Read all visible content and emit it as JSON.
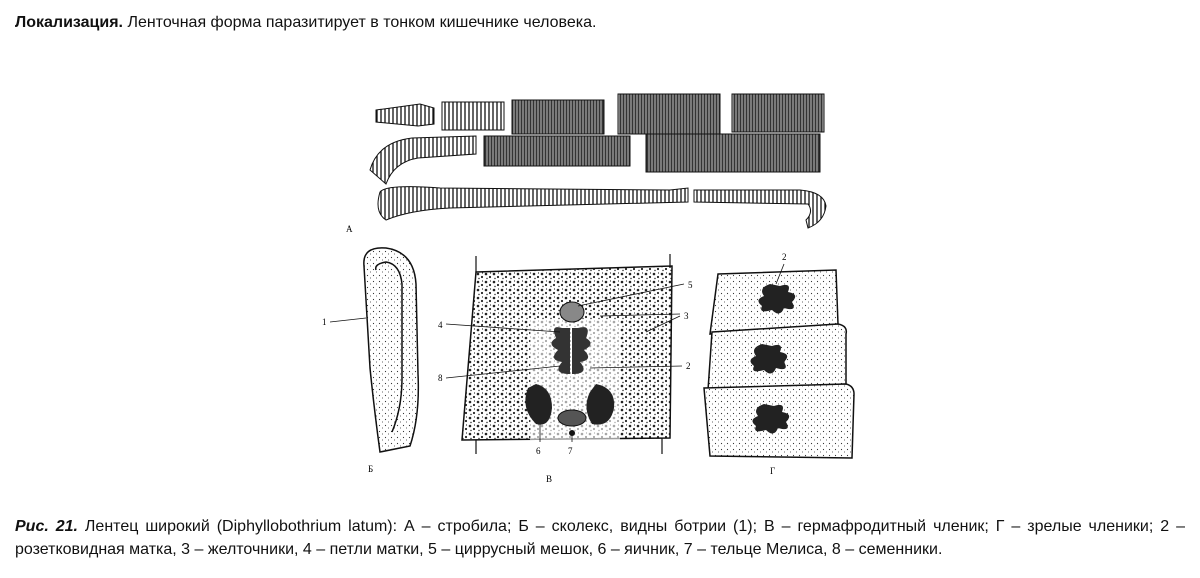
{
  "intro": {
    "heading": "Локализация.",
    "text": " Ленточная форма паразитирует в тонком кишечнике человека."
  },
  "figure": {
    "panel_labels": {
      "a": "А",
      "b": "Б",
      "v": "В",
      "g": "Г"
    },
    "callouts": {
      "b_1": "1",
      "v_5": "5",
      "v_3": "3",
      "v_4": "4",
      "v_8": "8",
      "v_2": "2",
      "v_6": "6",
      "v_7": "7",
      "g_2": "2"
    }
  },
  "caption": {
    "fig_num": "Рис. 21.",
    "text": " Лентец широкий (Diphyllobothrium latum): А – стробила; Б – сколекс, видны ботрии (1); В – гермафродитный членик; Г – зрелые членики; 2 – розетковидная матка, 3 – желточники, 4 – петли матки, 5 – циррусный мешок, 6 – яичник, 7 – тельце Мелиса, 8 – семенники."
  }
}
